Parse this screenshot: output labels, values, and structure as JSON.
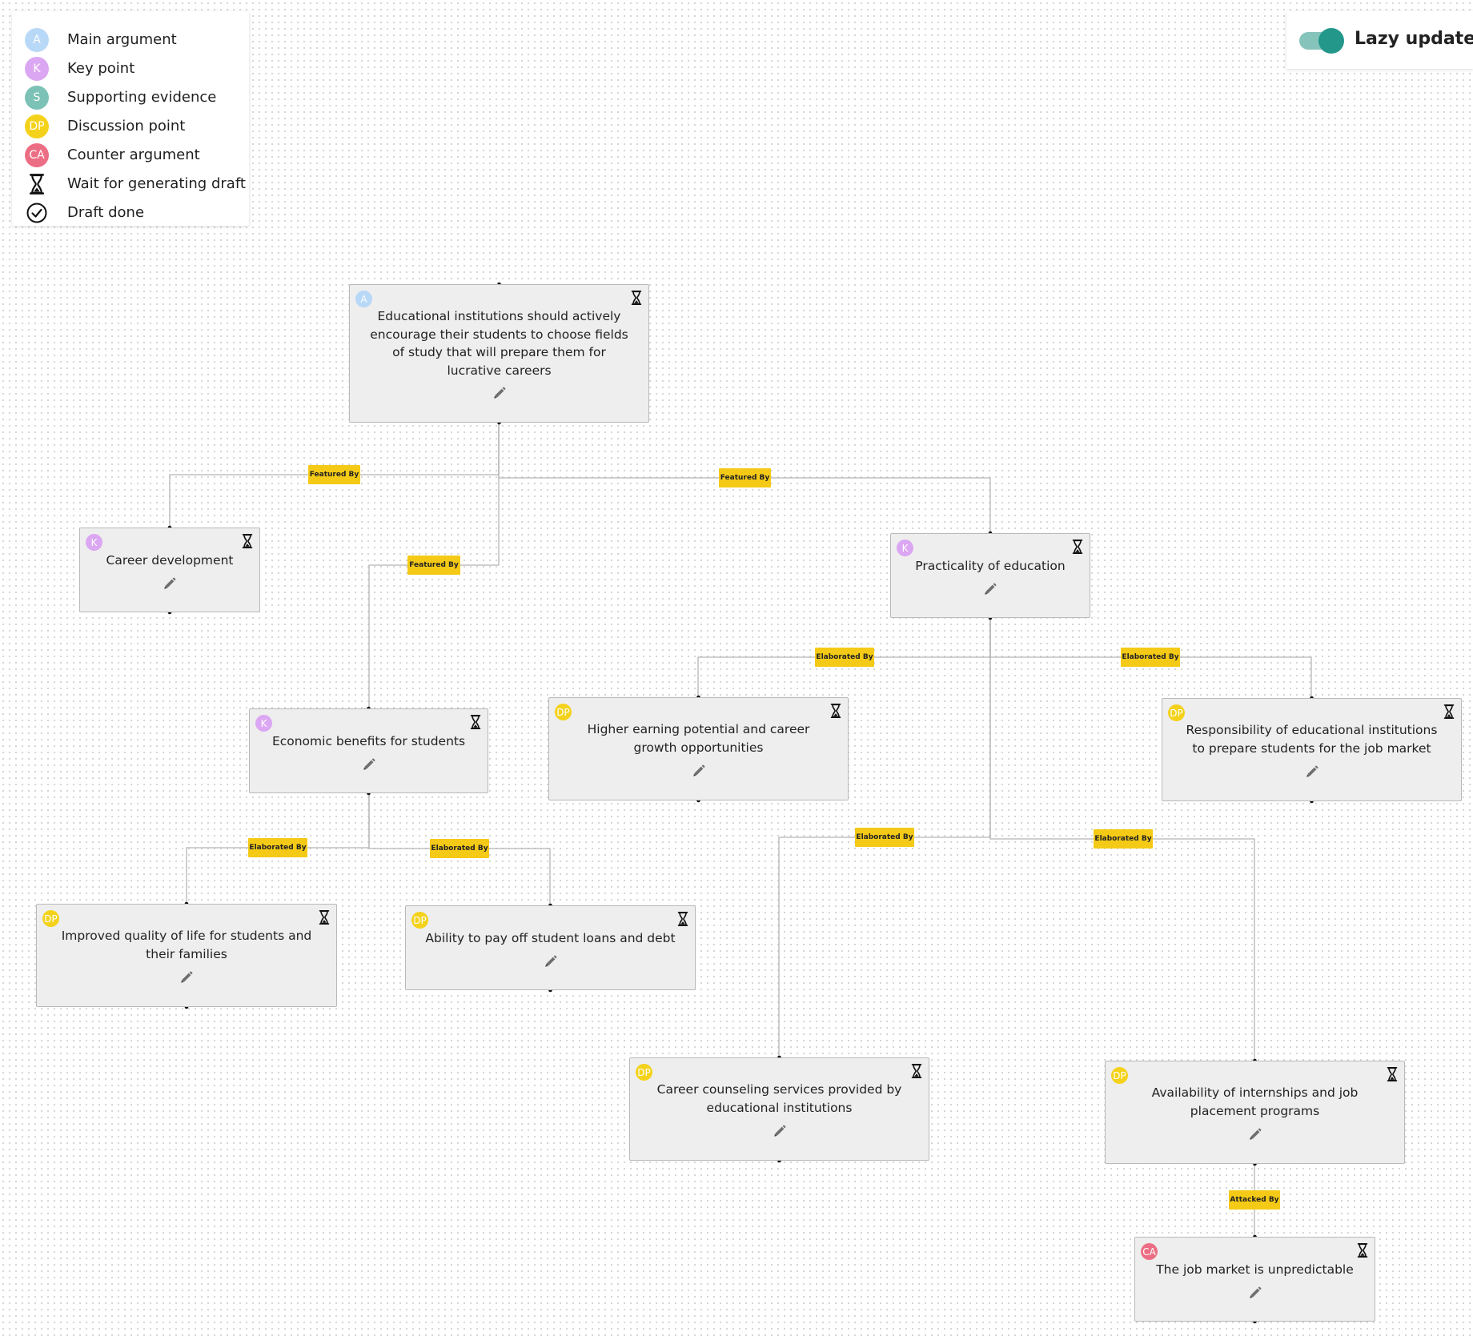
{
  "legend": {
    "items": [
      {
        "badge": "A",
        "color": "#b8d8f7",
        "label": "Main argument",
        "icon": "main-argument-badge"
      },
      {
        "badge": "K",
        "color": "#dca7f2",
        "label": "Key point",
        "icon": "key-point-badge"
      },
      {
        "badge": "S",
        "color": "#7cc2b6",
        "label": "Supporting evidence",
        "icon": "supporting-evidence-badge"
      },
      {
        "badge": "DP",
        "color": "#f4d21b",
        "label": "Discussion point",
        "icon": "discussion-point-badge"
      },
      {
        "badge": "CA",
        "color": "#ec6e84",
        "label": "Counter argument",
        "icon": "counter-argument-badge"
      },
      {
        "badge": "",
        "color": "#111111",
        "label": "Wait for generating draft",
        "icon": "hourglass-icon"
      },
      {
        "badge": "",
        "color": "#111111",
        "label": "Draft done",
        "icon": "check-circle-icon"
      }
    ]
  },
  "toggle": {
    "label": "Lazy update",
    "on": true,
    "color": "#23978a"
  },
  "node_colors": {
    "A": "#b8d8f7",
    "K": "#dca7f2",
    "S": "#7cc2b6",
    "DP": "#f4d21b",
    "CA": "#ec6e84"
  },
  "nodes": [
    {
      "id": "main",
      "type": "A",
      "status": "waiting",
      "text": "Educational institutions should actively encourage their students to choose fields of study that will prepare them for lucrative careers"
    },
    {
      "id": "career-development",
      "type": "K",
      "status": "waiting",
      "text": "Career development"
    },
    {
      "id": "economic-benefits",
      "type": "K",
      "status": "waiting",
      "text": "Economic benefits for students"
    },
    {
      "id": "practicality",
      "type": "K",
      "status": "waiting",
      "text": "Practicality of education"
    },
    {
      "id": "higher-earning",
      "type": "DP",
      "status": "waiting",
      "text": "Higher earning potential and career growth opportunities"
    },
    {
      "id": "responsibility",
      "type": "DP",
      "status": "waiting",
      "text": "Responsibility of educational institutions to prepare students for the job market"
    },
    {
      "id": "quality-of-life",
      "type": "DP",
      "status": "waiting",
      "text": "Improved quality of life for students and their families"
    },
    {
      "id": "student-loans",
      "type": "DP",
      "status": "waiting",
      "text": "Ability to pay off student loans and debt"
    },
    {
      "id": "career-counseling",
      "type": "DP",
      "status": "waiting",
      "text": "Career counseling services provided by educational institutions"
    },
    {
      "id": "internships",
      "type": "DP",
      "status": "waiting",
      "text": "Availability of internships and job placement programs"
    },
    {
      "id": "job-market",
      "type": "CA",
      "status": "waiting",
      "text": "The job market is unpredictable"
    }
  ],
  "edges": [
    {
      "from": "main",
      "to": "career-development",
      "label": "Featured By"
    },
    {
      "from": "main",
      "to": "practicality",
      "label": "Featured By"
    },
    {
      "from": "main",
      "to": "economic-benefits",
      "label": "Featured By"
    },
    {
      "from": "practicality",
      "to": "higher-earning",
      "label": "Elaborated By"
    },
    {
      "from": "practicality",
      "to": "responsibility",
      "label": "Elaborated By"
    },
    {
      "from": "economic-benefits",
      "to": "quality-of-life",
      "label": "Elaborated By"
    },
    {
      "from": "economic-benefits",
      "to": "student-loans",
      "label": "Elaborated By"
    },
    {
      "from": "practicality",
      "to": "career-counseling",
      "label": "Elaborated By"
    },
    {
      "from": "practicality",
      "to": "internships",
      "label": "Elaborated By"
    },
    {
      "from": "internships",
      "to": "job-market",
      "label": "Attacked By"
    }
  ]
}
